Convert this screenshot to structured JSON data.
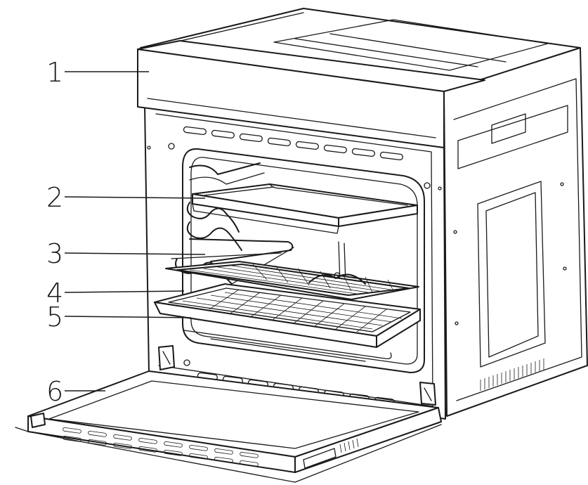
{
  "callouts": [
    {
      "number": "1",
      "part": "control-panel"
    },
    {
      "number": "2",
      "part": "baking-tray"
    },
    {
      "number": "3",
      "part": "side-rack"
    },
    {
      "number": "4",
      "part": "wire-shelf"
    },
    {
      "number": "5",
      "part": "deep-tray"
    },
    {
      "number": "6",
      "part": "oven-door"
    }
  ],
  "colors": {
    "line": "#1a1a1a",
    "background": "#ffffff"
  }
}
